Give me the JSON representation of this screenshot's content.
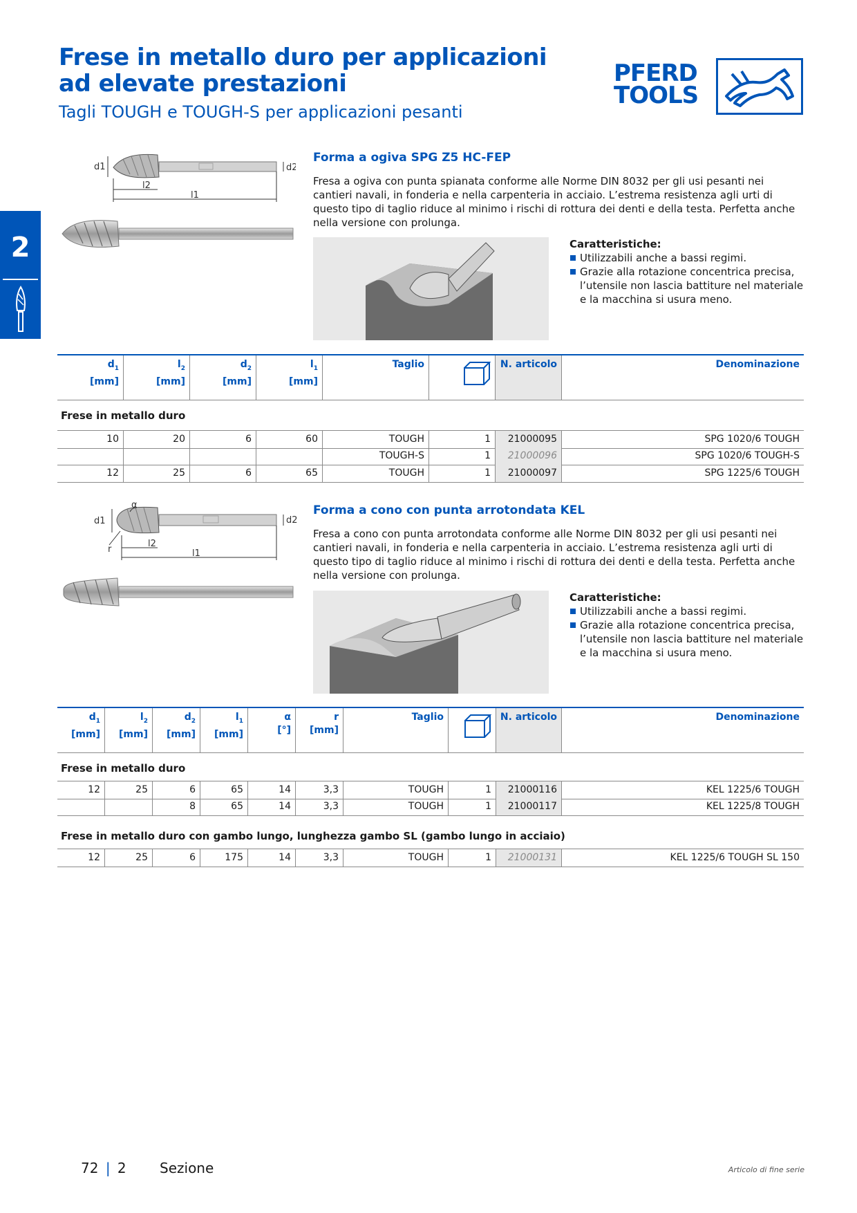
{
  "header": {
    "title": "Frese in metallo duro per applicazioni ad elevate prestazioni",
    "subtitle": "Tagli TOUGH e TOUGH-S per applicazioni pesanti",
    "logo_line1": "PFERD",
    "logo_line2": "TOOLS"
  },
  "sidetab": {
    "number": "2"
  },
  "colors": {
    "brand_blue": "#0055b8",
    "shade_grey": "#e7e7e7",
    "illus_grey": "#e8e8e8"
  },
  "section1": {
    "title": "Forma a ogiva SPG Z5 HC-FEP",
    "description": "Fresa a ogiva con punta spianata conforme alle Norme DIN 8032 per gli usi pesanti nei cantieri navali, in fonderia e nella carpenteria in acciaio. L’estrema resistenza agli urti di questo tipo di taglio riduce al minimo i rischi di rottura dei denti e della testa. Perfetta anche nella versione con prolunga.",
    "features_title": "Caratteristiche:",
    "features": [
      "Utilizzabili anche a bassi regimi.",
      "Grazie alla rotazione concentrica precisa, l’utensile non lascia battiture nel materiale e la macchina si usura meno."
    ],
    "dims": {
      "d1": "d1",
      "d2": "d2",
      "l2": "l2",
      "l1": "l1"
    },
    "table": {
      "headers": [
        {
          "main": "d",
          "sub": "1",
          "unit": "[mm]"
        },
        {
          "main": "l",
          "sub": "2",
          "unit": "[mm]"
        },
        {
          "main": "d",
          "sub": "2",
          "unit": "[mm]"
        },
        {
          "main": "l",
          "sub": "1",
          "unit": "[mm]"
        },
        {
          "main": "Taglio",
          "sub": "",
          "unit": ""
        },
        {
          "main": "",
          "sub": "",
          "unit": ""
        },
        {
          "main": "N. articolo",
          "sub": "",
          "unit": ""
        },
        {
          "main": "Denominazione",
          "sub": "",
          "unit": ""
        }
      ],
      "group": "Frese in metallo duro",
      "rows": [
        [
          "10",
          "20",
          "6",
          "60",
          "TOUGH",
          "1",
          "21000095",
          "SPG 1020/6 TOUGH"
        ],
        [
          "",
          "",
          "",
          "",
          "TOUGH-S",
          "1",
          "21000096",
          "SPG 1020/6 TOUGH-S"
        ],
        [
          "12",
          "25",
          "6",
          "65",
          "TOUGH",
          "1",
          "21000097",
          "SPG 1225/6 TOUGH"
        ]
      ]
    }
  },
  "section2": {
    "title": "Forma a cono con punta arrotondata KEL",
    "description": "Fresa a cono con punta arrotondata conforme alle Norme DIN 8032 per gli usi pesanti nei cantieri navali, in fonderia e nella carpenteria in acciaio. L’estrema resistenza agli urti di questo tipo di taglio riduce al minimo i rischi di rottura dei denti e della testa. Perfetta anche nella versione con prolunga.",
    "features_title": "Caratteristiche:",
    "features": [
      "Utilizzabili anche a bassi regimi.",
      "Grazie alla rotazione concentrica precisa, l’utensile non lascia battiture nel materiale e la macchina si usura meno."
    ],
    "dims": {
      "alpha": "α",
      "d1": "d1",
      "r": "r",
      "l2": "l2",
      "l1": "l1",
      "d2": "d2"
    },
    "table": {
      "headers": [
        {
          "main": "d",
          "sub": "1",
          "unit": "[mm]"
        },
        {
          "main": "l",
          "sub": "2",
          "unit": "[mm]"
        },
        {
          "main": "d",
          "sub": "2",
          "unit": "[mm]"
        },
        {
          "main": "l",
          "sub": "1",
          "unit": "[mm]"
        },
        {
          "main": "α",
          "sub": "",
          "unit": "[°]"
        },
        {
          "main": "r",
          "sub": "",
          "unit": "[mm]"
        },
        {
          "main": "Taglio",
          "sub": "",
          "unit": ""
        },
        {
          "main": "",
          "sub": "",
          "unit": ""
        },
        {
          "main": "N. articolo",
          "sub": "",
          "unit": ""
        },
        {
          "main": "Denominazione",
          "sub": "",
          "unit": ""
        }
      ],
      "group1": "Frese in metallo duro",
      "rows1": [
        [
          "12",
          "25",
          "6",
          "65",
          "14",
          "3,3",
          "TOUGH",
          "1",
          "21000116",
          "KEL 1225/6 TOUGH"
        ],
        [
          "",
          "",
          "8",
          "65",
          "14",
          "3,3",
          "TOUGH",
          "1",
          "21000117",
          "KEL 1225/8 TOUGH"
        ]
      ],
      "group2": "Frese in metallo duro con gambo lungo, lunghezza gambo SL (gambo lungo in acciaio)",
      "rows2": [
        [
          "12",
          "25",
          "6",
          "175",
          "14",
          "3,3",
          "TOUGH",
          "1",
          "21000131",
          "KEL 1225/6 TOUGH SL 150"
        ]
      ]
    }
  },
  "footer": {
    "page": "72",
    "section_num": "2",
    "section_label": "Sezione",
    "note": "Articolo di fine serie"
  }
}
